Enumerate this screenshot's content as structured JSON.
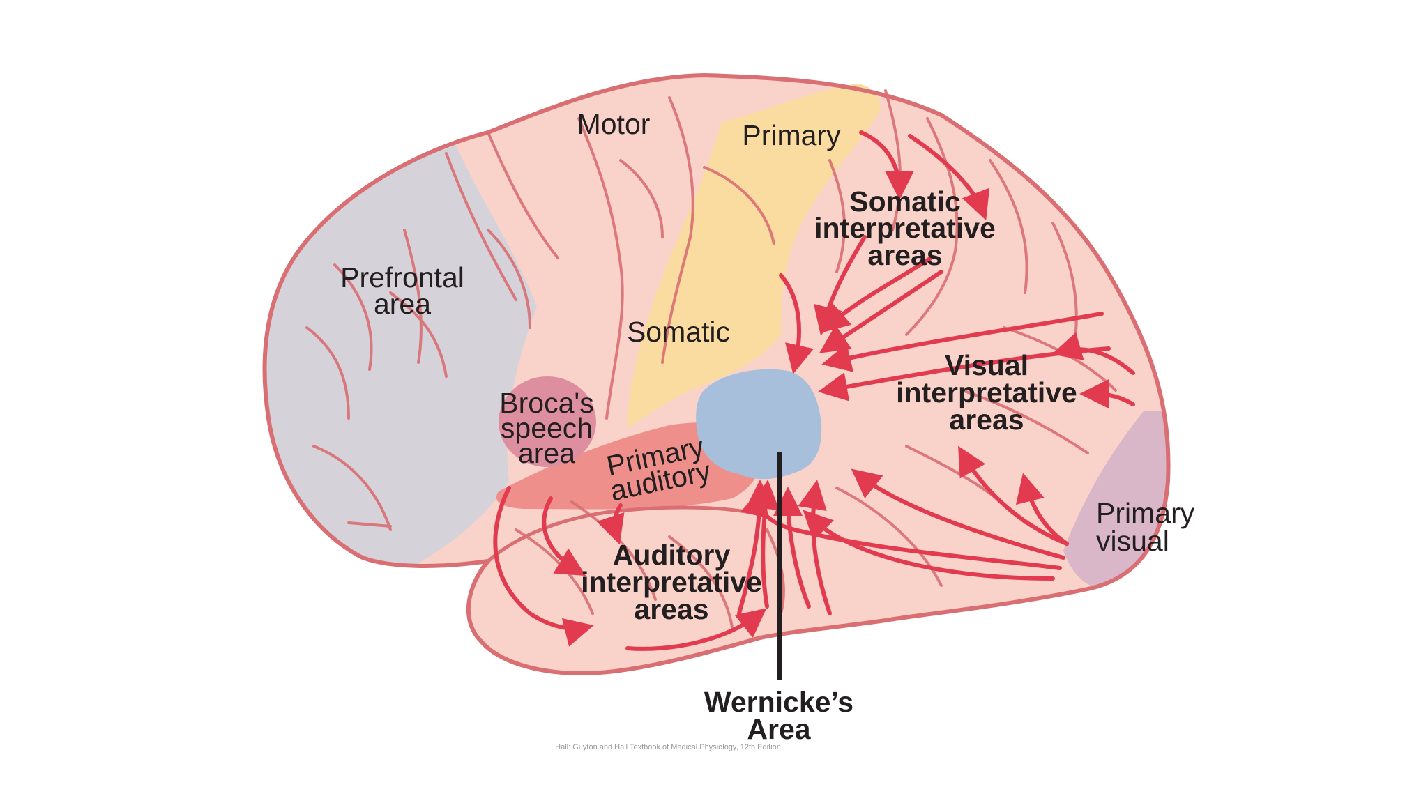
{
  "colors": {
    "cortex": "#f9d3ca",
    "outline": "#d96e73",
    "prefrontal": "#d5d2d9",
    "broca": "#dd8fa0",
    "somatic_primary": "#fbdca0",
    "auditory_primary": "#ef8f8c",
    "wernicke": "#a7bfdb",
    "visual_primary": "#d9b6c8",
    "arrow": "#e23b50",
    "pointer": "#231f20"
  },
  "labels": {
    "motor": "Motor",
    "primary_somatic_top": "Primary",
    "primary_somatic_bottom": "Somatic",
    "prefrontal": [
      "Prefrontal",
      "area"
    ],
    "broca": [
      "Broca's",
      "speech",
      "area"
    ],
    "primary_auditory": [
      "Primary",
      "auditory"
    ],
    "somatic_interpretative": [
      "Somatic",
      "interpretative",
      "areas"
    ],
    "visual_interpretative": [
      "Visual",
      "interpretative",
      "areas"
    ],
    "auditory_interpretative": [
      "Auditory",
      "interpretative",
      "areas"
    ],
    "primary_visual": [
      "Primary",
      "visual"
    ],
    "wernicke": [
      "Wernicke’s",
      "Area"
    ],
    "credit": "Hall: Guyton and Hall Textbook of Medical Physiology, 12th Edition"
  }
}
